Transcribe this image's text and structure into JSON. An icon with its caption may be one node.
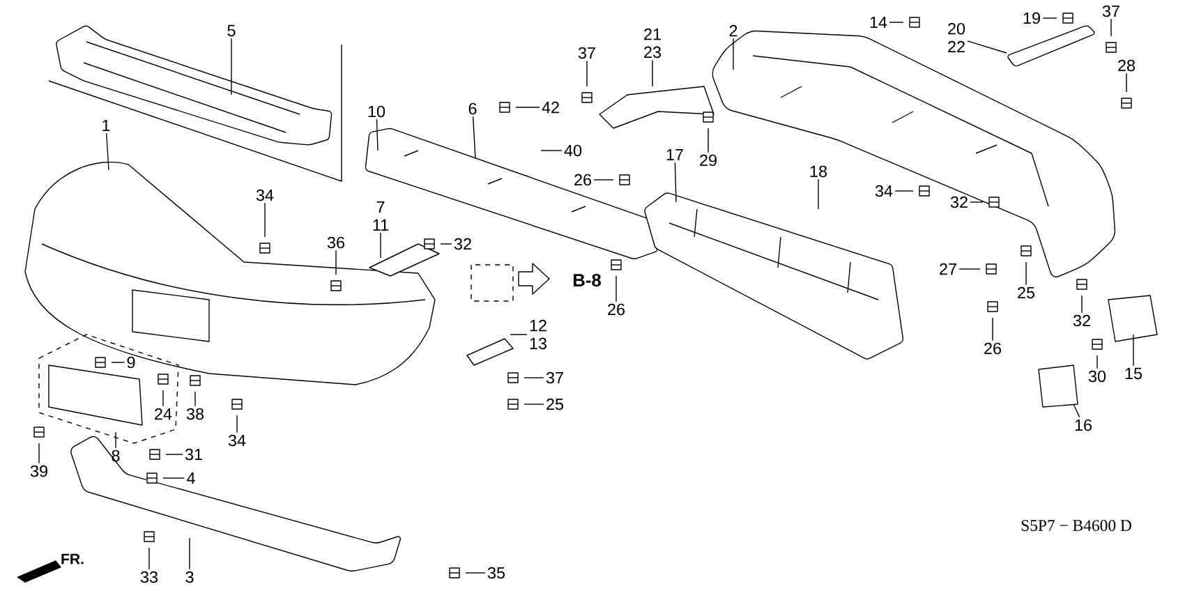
{
  "diagram": {
    "nodes": [
      {
        "text": [
          "5"
        ]
      },
      {
        "text": [
          "1"
        ]
      },
      {
        "text": [
          "10"
        ]
      },
      {
        "text": [
          "6"
        ]
      },
      {
        "text": [
          "42"
        ]
      },
      {
        "text": [
          "40"
        ]
      },
      {
        "text": [
          "37"
        ]
      },
      {
        "text": [
          "21",
          "23"
        ]
      },
      {
        "text": [
          "2"
        ]
      },
      {
        "text": [
          "14"
        ]
      },
      {
        "text": [
          "20",
          "22"
        ]
      },
      {
        "text": [
          "19"
        ]
      },
      {
        "text": [
          "37"
        ]
      },
      {
        "text": [
          "28"
        ]
      },
      {
        "text": [
          "29"
        ]
      },
      {
        "text": [
          "17"
        ]
      },
      {
        "text": [
          "26"
        ]
      },
      {
        "text": [
          "18"
        ]
      },
      {
        "text": [
          "34"
        ]
      },
      {
        "text": [
          "32"
        ]
      },
      {
        "text": [
          "34"
        ]
      },
      {
        "text": [
          "7",
          "11"
        ]
      },
      {
        "text": [
          "36"
        ]
      },
      {
        "text": [
          "32"
        ]
      },
      {
        "text": [
          "26"
        ]
      },
      {
        "text": [
          "27"
        ]
      },
      {
        "text": [
          "25"
        ]
      },
      {
        "text": [
          "32"
        ]
      },
      {
        "text": [
          "26"
        ]
      },
      {
        "text": [
          "15"
        ]
      },
      {
        "text": [
          "12",
          "13"
        ]
      },
      {
        "text": [
          "37"
        ]
      },
      {
        "text": [
          "25"
        ]
      },
      {
        "text": [
          "30"
        ]
      },
      {
        "text": [
          "16"
        ]
      },
      {
        "text": [
          "9"
        ]
      },
      {
        "text": [
          "24"
        ]
      },
      {
        "text": [
          "38"
        ]
      },
      {
        "text": [
          "34"
        ]
      },
      {
        "text": [
          "8"
        ]
      },
      {
        "text": [
          "39"
        ]
      },
      {
        "text": [
          "31"
        ]
      },
      {
        "text": [
          "4"
        ]
      },
      {
        "text": [
          "33"
        ]
      },
      {
        "text": [
          "3"
        ]
      },
      {
        "text": [
          "35"
        ]
      }
    ],
    "edges": [
      {
        "from": 0,
        "to": null,
        "arrow": "none"
      },
      {
        "from": 1,
        "to": null,
        "arrow": "none"
      },
      {
        "from": 2,
        "to": null,
        "arrow": "none"
      },
      {
        "from": 3,
        "to": null,
        "arrow": "none"
      },
      {
        "from": 4,
        "to": null,
        "arrow": "none"
      },
      {
        "from": 5,
        "to": null,
        "arrow": "none"
      },
      {
        "from": 6,
        "to": null,
        "arrow": "none"
      },
      {
        "from": 7,
        "to": null,
        "arrow": "none"
      },
      {
        "from": 8,
        "to": null,
        "arrow": "none"
      },
      {
        "from": 9,
        "to": null,
        "arrow": "none"
      },
      {
        "from": 10,
        "to": null,
        "arrow": "none"
      },
      {
        "from": 11,
        "to": null,
        "arrow": "none"
      },
      {
        "from": 12,
        "to": null,
        "arrow": "none"
      },
      {
        "from": 13,
        "to": null,
        "arrow": "none"
      },
      {
        "from": 14,
        "to": null,
        "arrow": "none"
      },
      {
        "from": 15,
        "to": null,
        "arrow": "none"
      },
      {
        "from": 16,
        "to": null,
        "arrow": "none"
      },
      {
        "from": 17,
        "to": null,
        "arrow": "none"
      },
      {
        "from": 18,
        "to": null,
        "arrow": "none"
      },
      {
        "from": 19,
        "to": null,
        "arrow": "none"
      },
      {
        "from": 20,
        "to": null,
        "arrow": "none"
      },
      {
        "from": 21,
        "to": null,
        "arrow": "none"
      },
      {
        "from": 22,
        "to": null,
        "arrow": "none"
      },
      {
        "from": 23,
        "to": null,
        "arrow": "none"
      },
      {
        "from": 24,
        "to": null,
        "arrow": "none"
      },
      {
        "from": 25,
        "to": null,
        "arrow": "none"
      },
      {
        "from": 26,
        "to": null,
        "arrow": "none"
      },
      {
        "from": 27,
        "to": null,
        "arrow": "none"
      },
      {
        "from": 28,
        "to": null,
        "arrow": "none"
      },
      {
        "from": 29,
        "to": null,
        "arrow": "none"
      },
      {
        "from": 30,
        "to": null,
        "arrow": "none"
      },
      {
        "from": 31,
        "to": null,
        "arrow": "none"
      },
      {
        "from": 32,
        "to": null,
        "arrow": "none"
      },
      {
        "from": 33,
        "to": null,
        "arrow": "none"
      },
      {
        "from": 34,
        "to": null,
        "arrow": "none"
      },
      {
        "from": 35,
        "to": null,
        "arrow": "none"
      },
      {
        "from": 36,
        "to": null,
        "arrow": "none"
      },
      {
        "from": 37,
        "to": null,
        "arrow": "none"
      },
      {
        "from": 38,
        "to": null,
        "arrow": "none"
      },
      {
        "from": 39,
        "to": null,
        "arrow": "none"
      },
      {
        "from": 40,
        "to": null,
        "arrow": "none"
      },
      {
        "from": 41,
        "to": null,
        "arrow": "none"
      },
      {
        "from": 42,
        "to": null,
        "arrow": "none"
      },
      {
        "from": 43,
        "to": null,
        "arrow": "none"
      },
      {
        "from": 44,
        "to": null,
        "arrow": "none"
      },
      {
        "from": 45,
        "to": null,
        "arrow": "none"
      }
    ],
    "labels": [
      "B-8",
      "FR.",
      "S5P7 − B4600 D"
    ]
  }
}
